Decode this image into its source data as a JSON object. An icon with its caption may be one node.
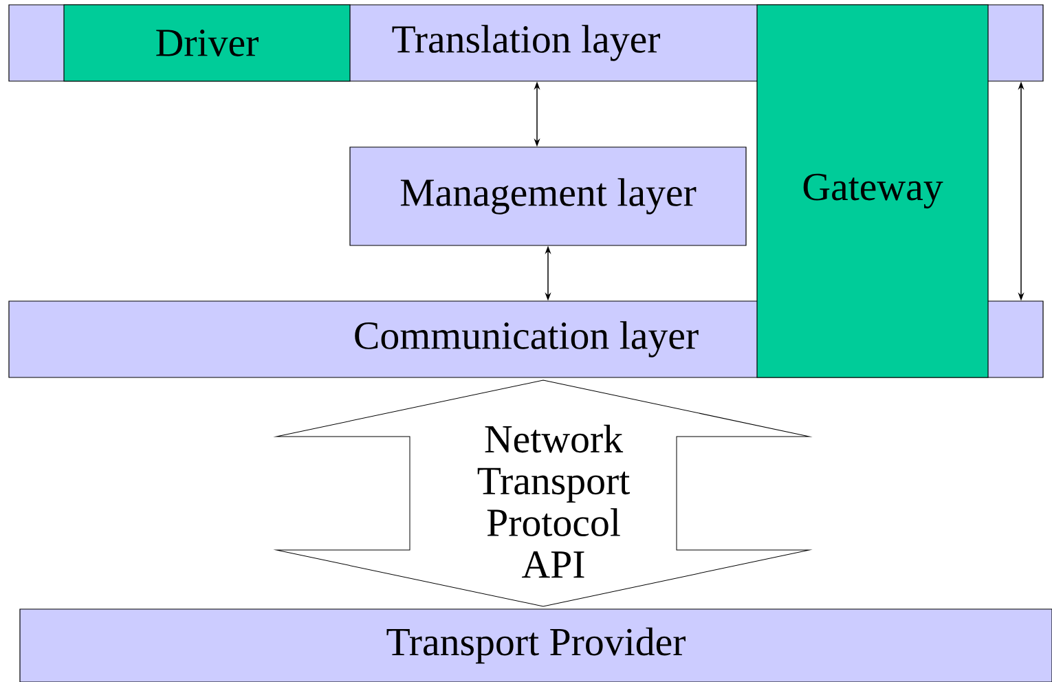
{
  "diagram": {
    "nodes": [
      {
        "text": [
          "Translation layer"
        ]
      },
      {
        "text": [
          "Driver"
        ],
        "in": 0
      },
      {
        "text": [
          "Gateway"
        ]
      },
      {
        "text": [
          "Management layer"
        ]
      },
      {
        "text": [
          "Communication layer"
        ]
      },
      {
        "text": [
          "Network Transport Protocol API"
        ]
      },
      {
        "text": [
          "Transport Provider"
        ]
      }
    ],
    "edges": [
      {
        "from": 0,
        "to": 3,
        "arrow": "both"
      },
      {
        "from": 3,
        "to": 4,
        "arrow": "both"
      },
      {
        "from": 0,
        "to": 4,
        "arrow": "both"
      }
    ]
  }
}
